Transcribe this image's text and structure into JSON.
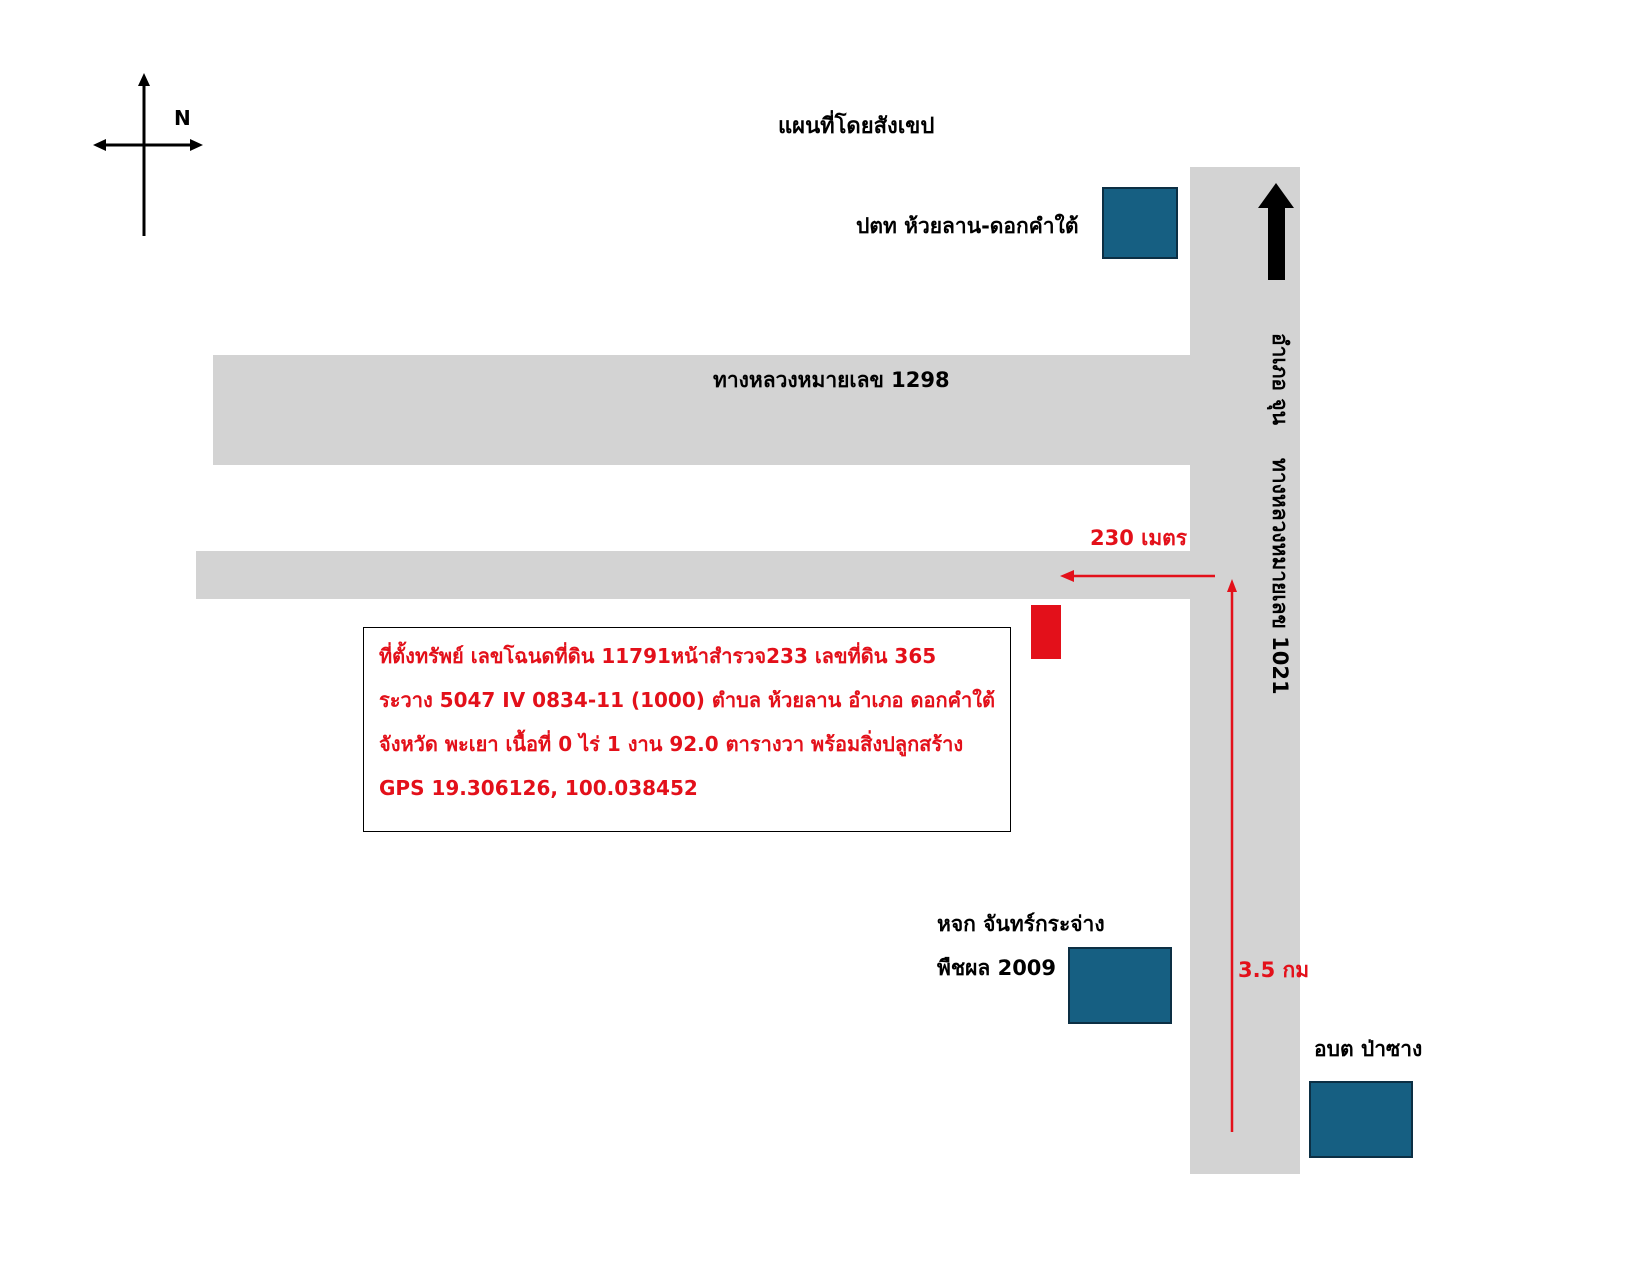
{
  "map": {
    "title": "แผนที่โดยสังเขป",
    "compass": {
      "north_label": "N"
    },
    "roads": {
      "highway_1298": "ทางหลวงหมายเลข 1298",
      "highway_1021_side": "อำเภอ จุน",
      "highway_1021": "ทางหลวงหมายเลข 1021"
    },
    "landmarks": {
      "police_box": "ปตท ห้วยลาน-ดอกคำใต้",
      "shop_line1": "หจก จันทร์กระจ่าง",
      "shop_line2": "พืชผล 2009",
      "tambon_office": "อบต ป่าซาง"
    },
    "distances": {
      "side_road": "230 เมตร",
      "main_road": "3.5 กม"
    },
    "property": {
      "line1": "ที่ตั้งทรัพย์ เลขโฉนดที่ดิน 11791หน้าสำรวจ233 เลขที่ดิน 365",
      "line2": "ระวาง 5047 IV 0834-11 (1000) ตำบล ห้วยลาน อำเภอ ดอกคำใต้",
      "line3": "จังหวัด พะเยา เนื้อที่ 0 ไร่ 1 งาน 92.0 ตารางวา พร้อมสิ่งปลูกสร้าง",
      "gps": "GPS 19.306126, 100.038452"
    },
    "colors": {
      "road": "#d3d3d3",
      "building": "#165f82",
      "property_marker": "#e3101a",
      "route_arrow": "#e3101a",
      "direction_arrow": "#000000"
    }
  }
}
